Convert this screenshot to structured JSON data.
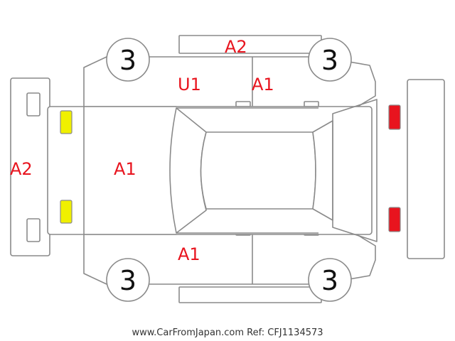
{
  "diagram": {
    "wheel_labels": {
      "front_left": "3",
      "front_right": "3",
      "rear_left": "3",
      "rear_right": "3"
    },
    "damage_marks": {
      "roof_top": "A2",
      "front_bumper": "A2",
      "hood": "A1",
      "left_front_door": "U1",
      "left_rear_door": "A1",
      "right_front_door": "A1"
    },
    "footer": "www.CarFromJapan.com Ref: CFJ1134573"
  },
  "colors": {
    "mark_text": "#e8141e",
    "outline": "#8a8a8a",
    "front_lights": "#f0f000",
    "rear_lights": "#e8141e"
  }
}
